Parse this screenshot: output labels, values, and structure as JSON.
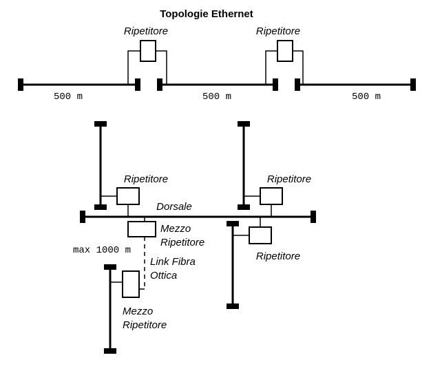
{
  "title": "Topologie Ethernet",
  "top": {
    "repeater_labels": [
      "Ripetitore",
      "Ripetitore"
    ],
    "segment_lengths": [
      "500 m",
      "500 m",
      "500 m"
    ]
  },
  "bottom": {
    "backbone_label": "Dorsale",
    "repeater_labels": [
      "Ripetitore",
      "Ripetitore",
      "Ripetitore"
    ],
    "half_repeater_top": [
      "Mezzo",
      "Ripetitore"
    ],
    "half_repeater_bottom": [
      "Mezzo",
      "Ripetitore"
    ],
    "fiber_link": [
      "Link Fibra",
      "Ottica"
    ],
    "max_distance": "max 1000 m"
  },
  "colors": {
    "line": "#000000",
    "background": "#ffffff"
  }
}
